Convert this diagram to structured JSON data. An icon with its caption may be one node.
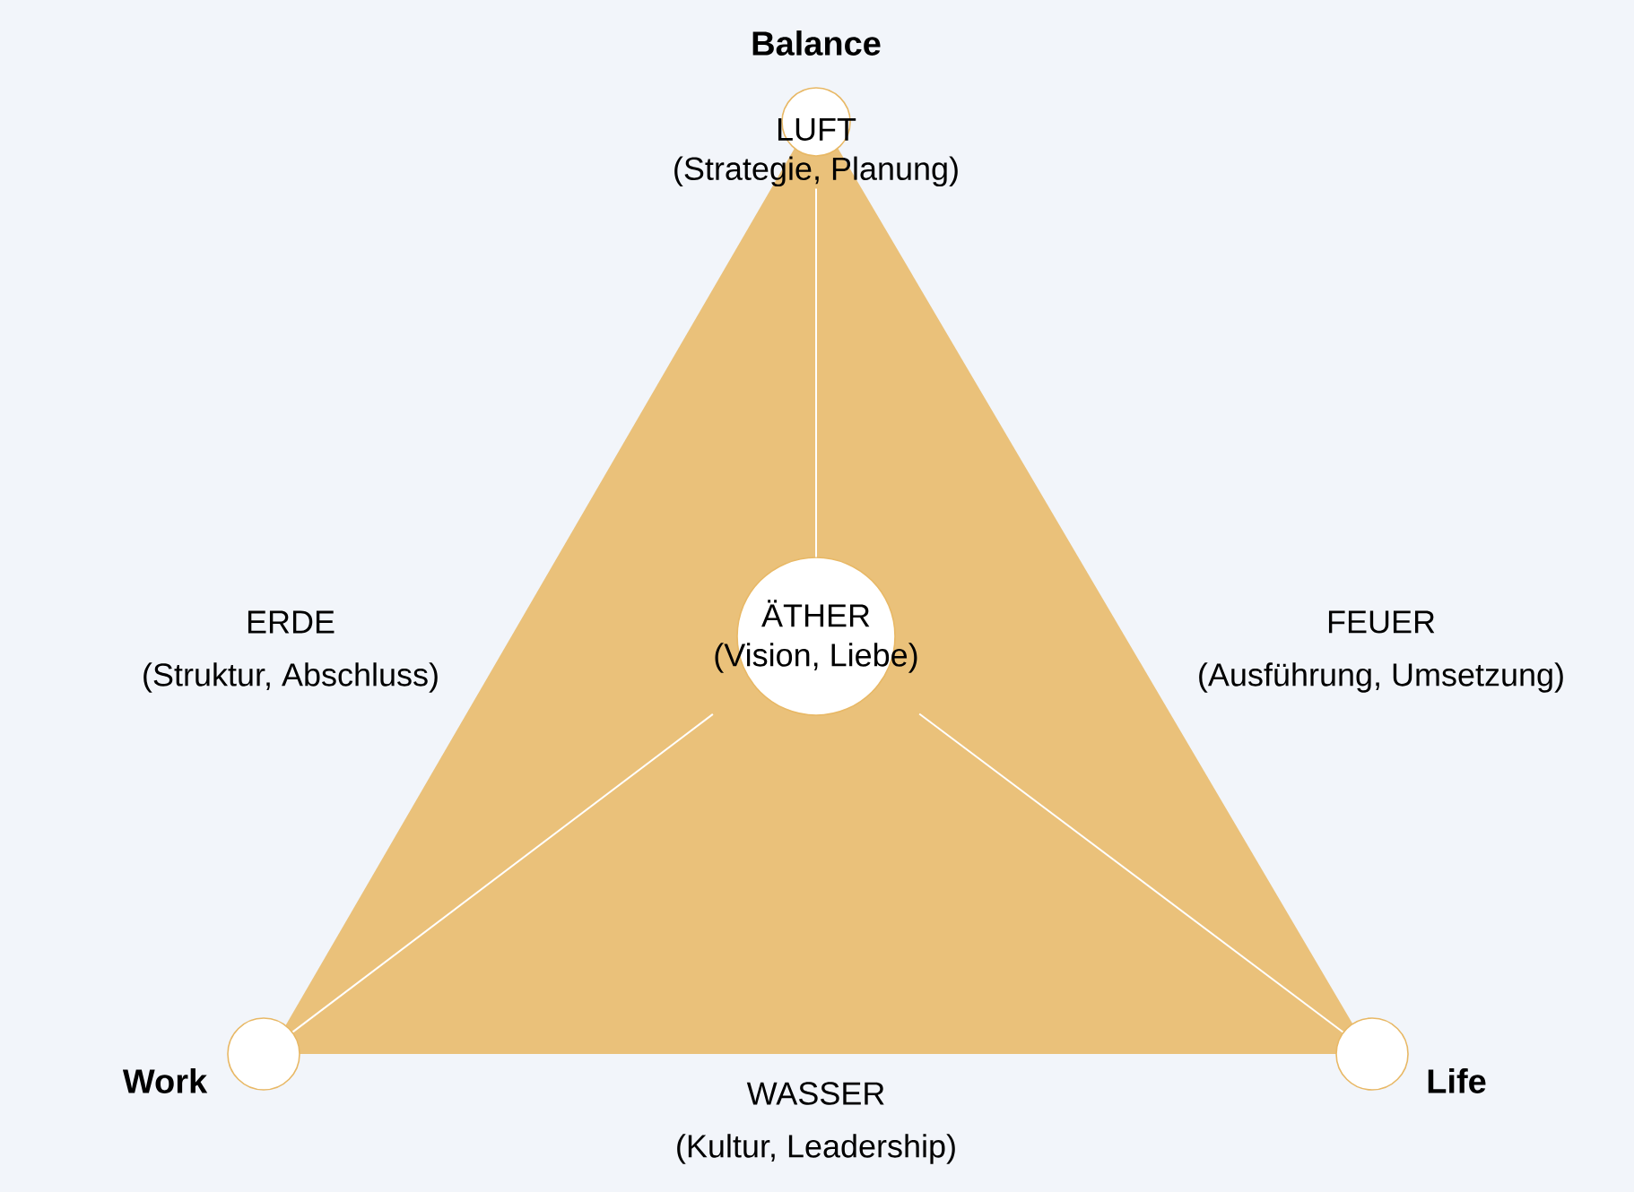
{
  "diagram": {
    "nodes": [
      {
        "text": [
          "LUFT",
          "(Strategie, Planung)"
        ],
        "beside": [
          "Balance"
        ]
      },
      {
        "text": [
          "ÄTHER",
          "(Vision, Liebe)"
        ]
      },
      {
        "text": [],
        "shape": "circle",
        "beside": [
          "Work"
        ]
      },
      {
        "text": [],
        "shape": "circle",
        "beside": [
          "Life"
        ]
      }
    ],
    "edges": [
      {
        "from": 1,
        "to": 0,
        "arrow": "none"
      },
      {
        "from": 1,
        "to": 2,
        "arrow": "none"
      },
      {
        "from": 1,
        "to": 3,
        "arrow": "none"
      }
    ],
    "labels": [
      "ERDE",
      "(Struktur, Abschluss)",
      "FEUER",
      "(Ausführung, Umsetzung)",
      "WASSER",
      "(Kultur, Leadership)"
    ]
  }
}
